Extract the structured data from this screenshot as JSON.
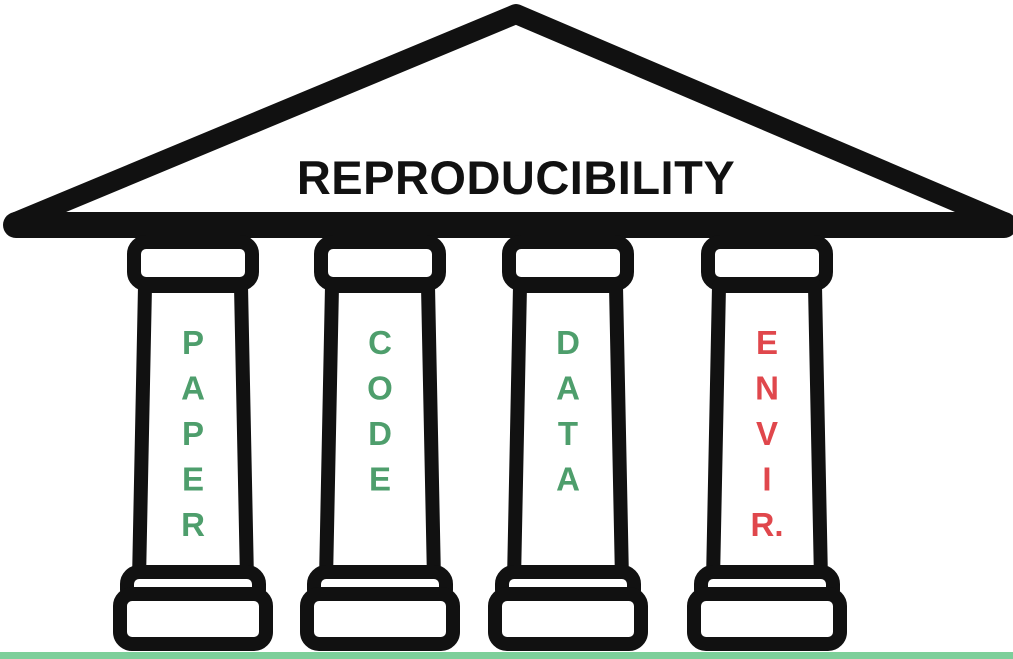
{
  "title": "REPRODUCIBILITY",
  "colors": {
    "outline": "#111111",
    "green": "#4e9e6c",
    "red": "#e0474c",
    "ground": "#7dcf9a",
    "fill": "#ffffff"
  },
  "pillars": [
    {
      "label": "PAPER",
      "letters": [
        "P",
        "A",
        "P",
        "E",
        "R"
      ],
      "color": "#4e9e6c"
    },
    {
      "label": "CODE",
      "letters": [
        "C",
        "O",
        "D",
        "E"
      ],
      "color": "#4e9e6c"
    },
    {
      "label": "DATA",
      "letters": [
        "D",
        "A",
        "T",
        "A"
      ],
      "color": "#4e9e6c"
    },
    {
      "label": "ENVIR.",
      "letters": [
        "E",
        "N",
        "V",
        "I",
        "R."
      ],
      "color": "#e0474c"
    }
  ]
}
